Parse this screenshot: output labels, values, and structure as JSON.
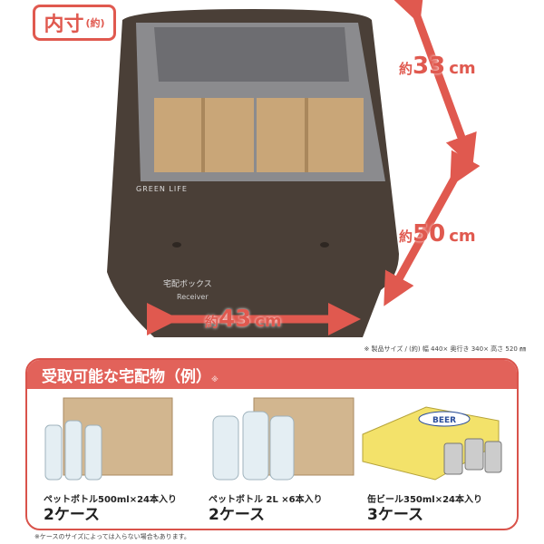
{
  "badge": {
    "title": "内寸",
    "suffix": "(約)"
  },
  "dimensions": {
    "depth": {
      "prefix": "約",
      "value": "33",
      "unit": "cm"
    },
    "height": {
      "prefix": "約",
      "value": "50",
      "unit": "cm"
    },
    "width": {
      "prefix": "約",
      "value": "43",
      "unit": "cm"
    }
  },
  "bag": {
    "brand": "GREEN LIFE",
    "product": "宅配ボックス",
    "sub": "Receiver"
  },
  "product_size_note": "※ 製品サイズ / (約) 幅 440× 奥行き 340× 高さ 520 ㎜",
  "panel": {
    "title": "受取可能な宅配物（例）",
    "title_mark": "※",
    "items": [
      {
        "label": "ペットボトル500ml×24本入り",
        "count": "2ケース"
      },
      {
        "label": "ペットボトル 2L ×6本入り",
        "count": "2ケース"
      },
      {
        "label": "缶ビール350ml×24本入り",
        "count": "3ケース"
      }
    ],
    "beer_label": "BEER"
  },
  "footnote": "※ケースのサイズによっては入らない場合もあります。",
  "colors": {
    "accent": "#e0594f",
    "bag": "#4a3f37",
    "cardboard": "#c9a678"
  }
}
